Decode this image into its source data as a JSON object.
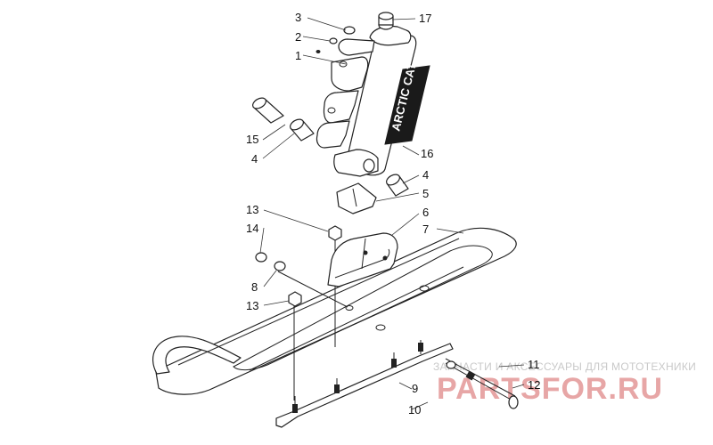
{
  "callouts": [
    {
      "id": "c17",
      "label": "17"
    },
    {
      "id": "c3",
      "label": "3"
    },
    {
      "id": "c2",
      "label": "2"
    },
    {
      "id": "c1",
      "label": "1"
    },
    {
      "id": "c15",
      "label": "15"
    },
    {
      "id": "c4a",
      "label": "4"
    },
    {
      "id": "c16",
      "label": "16"
    },
    {
      "id": "c4b",
      "label": "4"
    },
    {
      "id": "c5",
      "label": "5"
    },
    {
      "id": "c13a",
      "label": "13"
    },
    {
      "id": "c6",
      "label": "6"
    },
    {
      "id": "c14",
      "label": "14"
    },
    {
      "id": "c7",
      "label": "7"
    },
    {
      "id": "c8",
      "label": "8"
    },
    {
      "id": "c13b",
      "label": "13"
    },
    {
      "id": "c11",
      "label": "11"
    },
    {
      "id": "c12",
      "label": "12"
    },
    {
      "id": "c9",
      "label": "9"
    },
    {
      "id": "c10",
      "label": "10"
    }
  ],
  "decal_text": "ARCTIC CAT",
  "watermark": {
    "top_text": "ЗАПЧАСТИ И АКСЕССУАРЫ ДЛЯ МОТОТЕХНИКИ",
    "brand_text": "PARTSFOR.RU"
  },
  "colors": {
    "line": "#222222",
    "watermark_brand": "#e7a6a6",
    "watermark_top": "#c9c9c9"
  }
}
